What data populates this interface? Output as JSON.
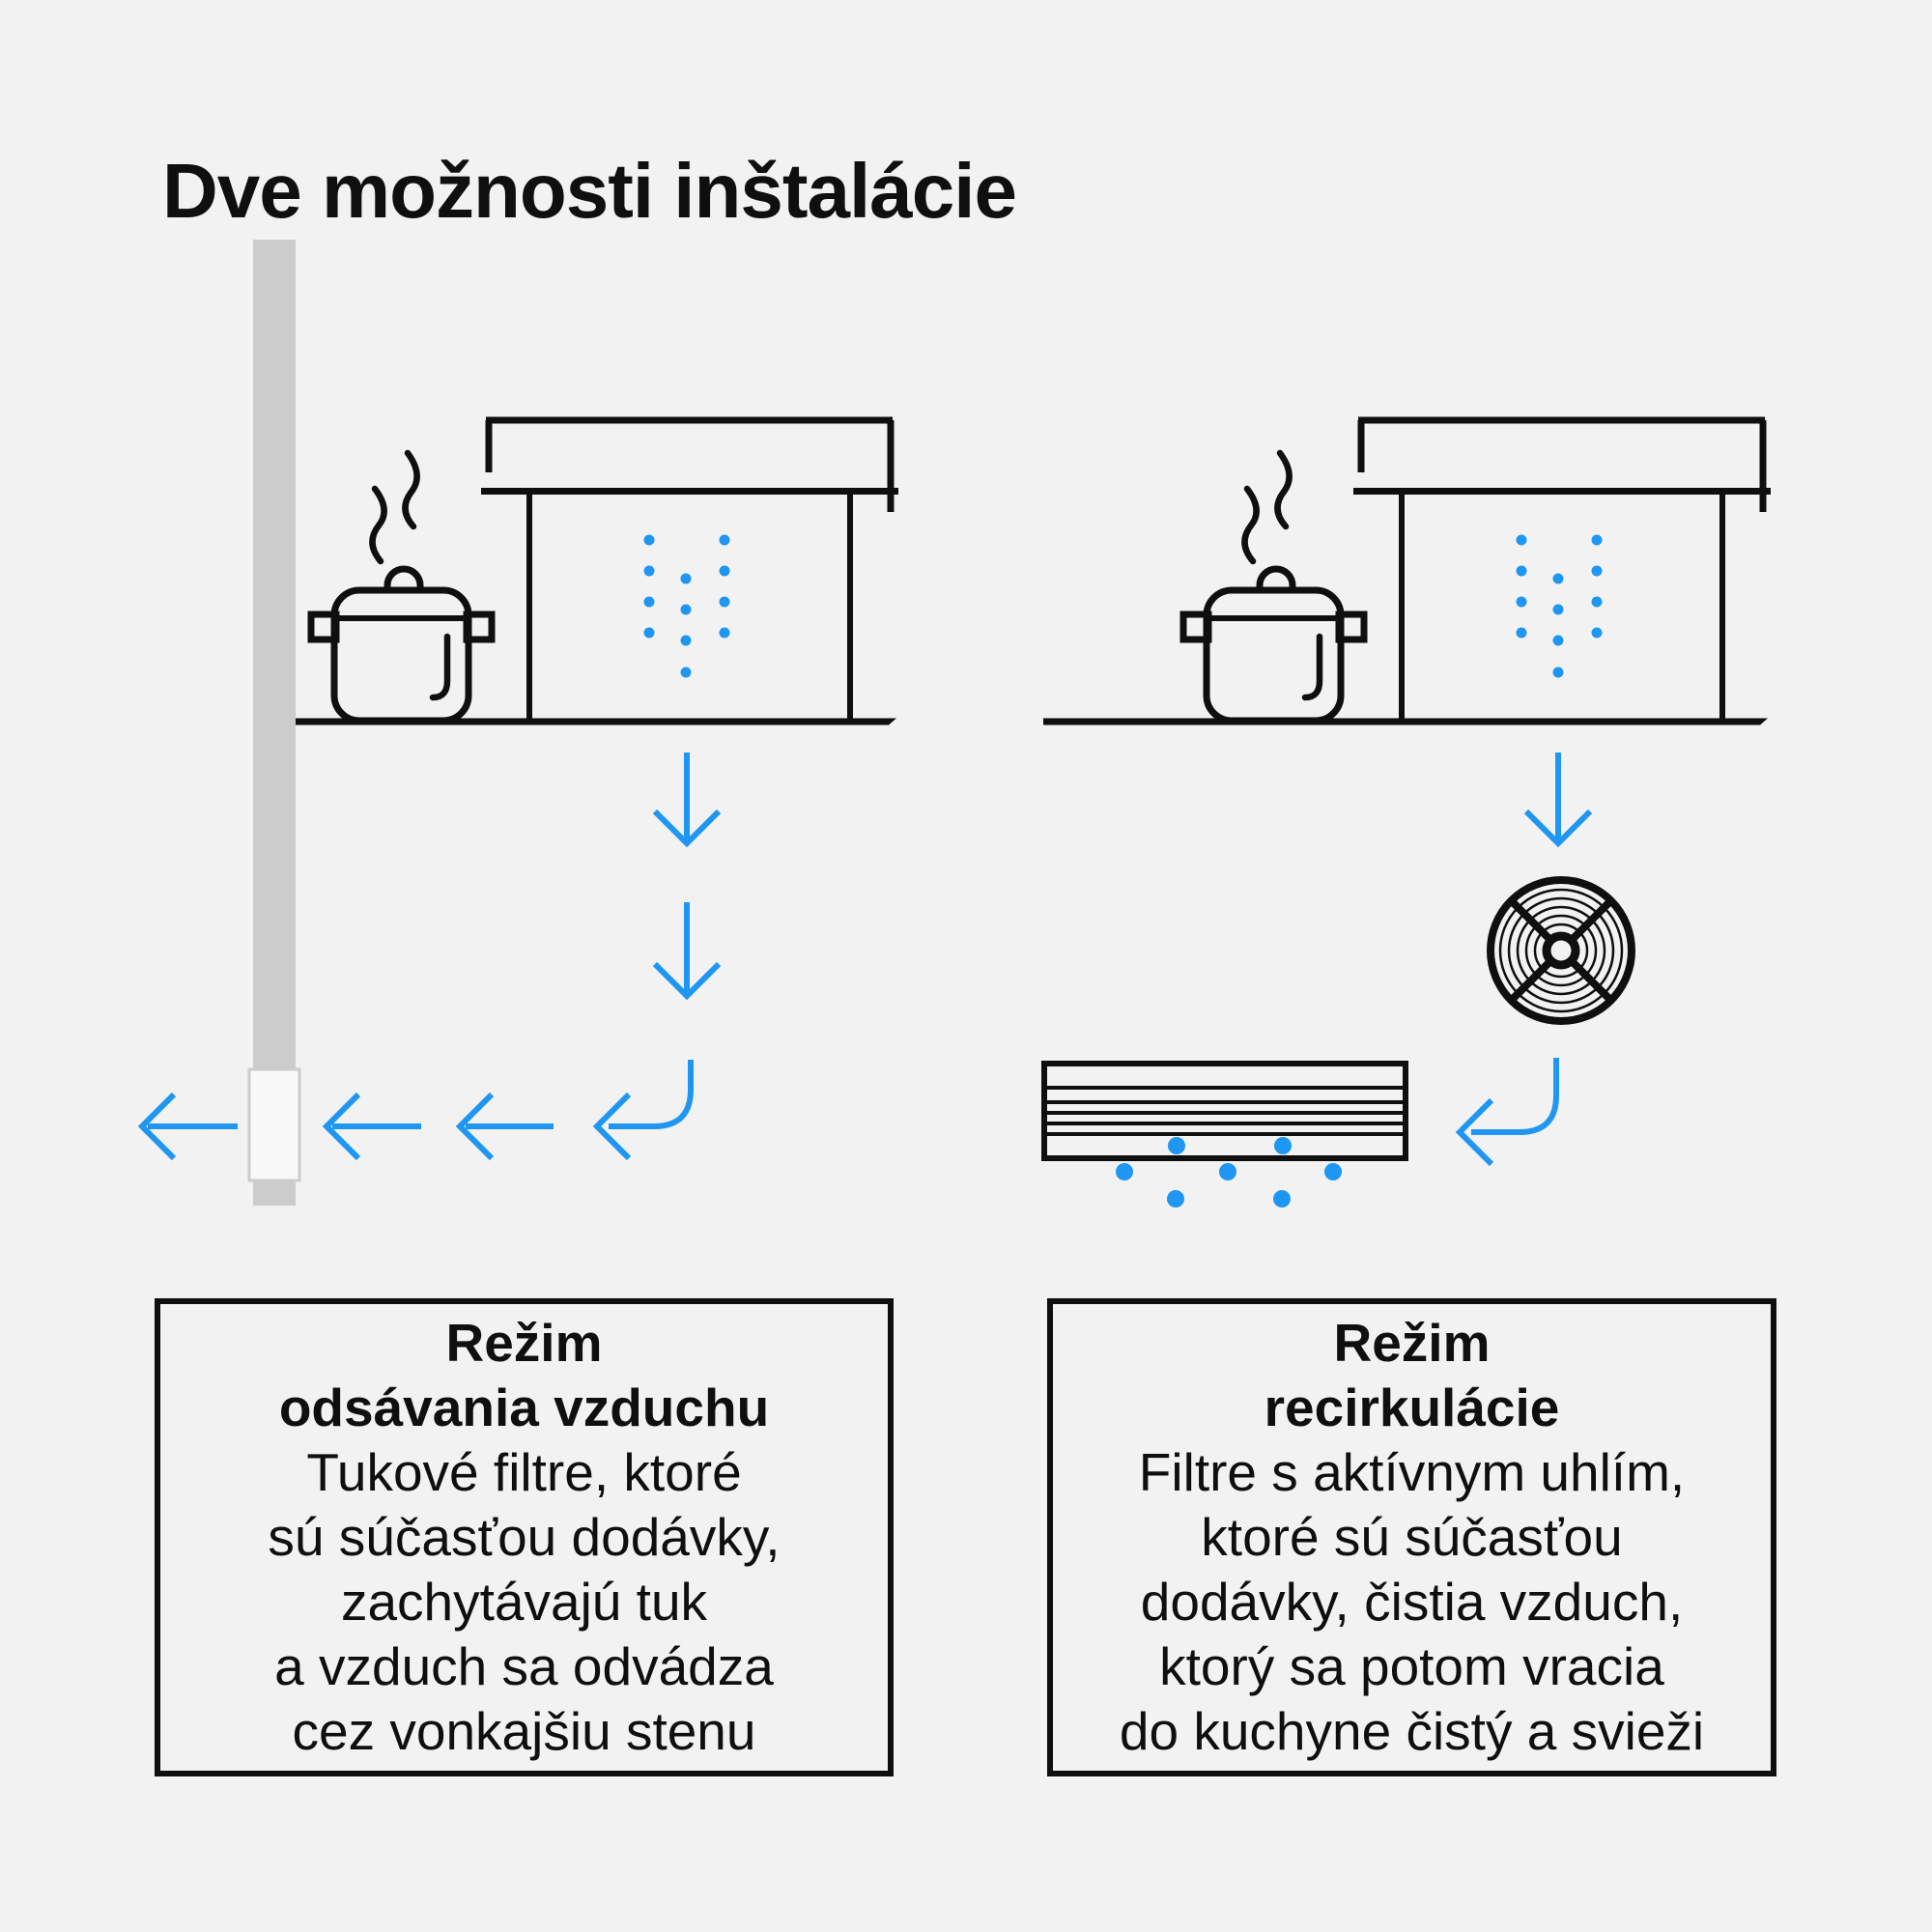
{
  "theme": {
    "bg": "#f2f2f2",
    "ink": "#0f0f0f",
    "blue": "#1e96f2",
    "wall_gray": "#cccccc",
    "duct_fill": "#f8f8f8"
  },
  "title": "Dve možnosti inštalácie",
  "left_option": {
    "box": {
      "bold_lines": [
        "Režim",
        "odsávania vzduchu"
      ],
      "lines": [
        "Tukové filtre, ktoré",
        "sú súčasťou dodávky,",
        "zachytávajú tuk",
        "a vzduch sa odvádza",
        "cez vonkajšiu stenu"
      ]
    }
  },
  "right_option": {
    "box": {
      "bold_lines": [
        "Režim",
        "recirkulácie"
      ],
      "lines": [
        "Filtre s aktívnym uhlím,",
        "ktoré sú súčasťou",
        "dodávky, čistia vzduch,",
        "ktorý sa potom vracia",
        "do kuchyne čistý a svieži"
      ]
    }
  }
}
